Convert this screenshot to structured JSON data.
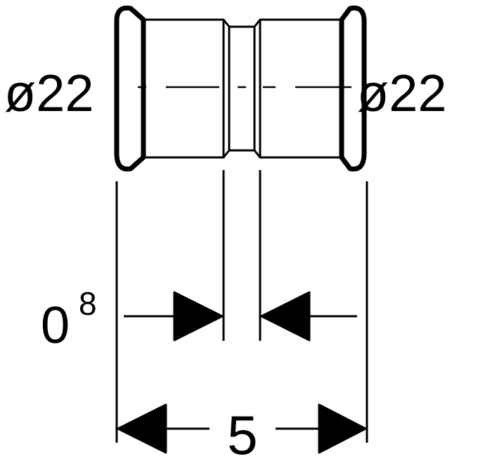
{
  "drawing": {
    "left_diameter": "ø22",
    "right_diameter": "ø22",
    "gap_dimension_base": "0",
    "gap_dimension_sup": "8",
    "overall_dimension": "5"
  },
  "colors": {
    "stroke": "#000000",
    "background": "#ffffff"
  }
}
